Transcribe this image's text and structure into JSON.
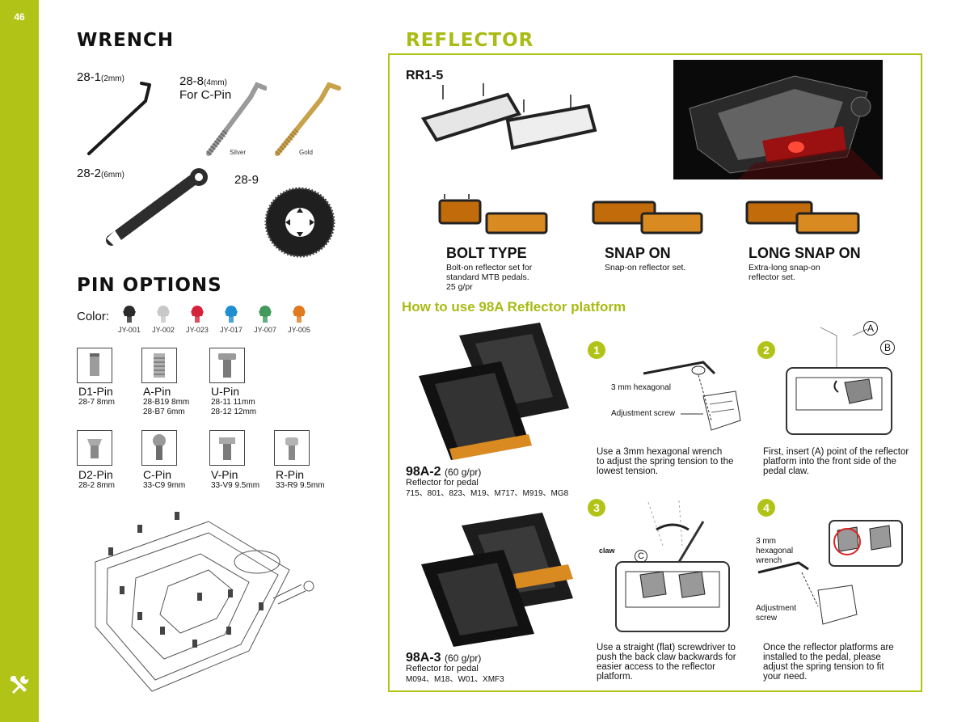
{
  "page": {
    "number": "46"
  },
  "wrench": {
    "title": "WRENCH",
    "items": [
      {
        "code": "28-1",
        "size": "(2mm)"
      },
      {
        "code": "28-8",
        "size": "(4mm)",
        "extra": "For C-Pin",
        "variants": [
          "Silver",
          "Gold"
        ]
      },
      {
        "code": "28-2",
        "size": "(6mm)"
      },
      {
        "code": "28-9",
        "size": ""
      }
    ]
  },
  "pins": {
    "title": "PIN OPTIONS",
    "color_label": "Color:",
    "colors": [
      {
        "code": "JY-001",
        "hex": "#2b2b2b"
      },
      {
        "code": "JY-002",
        "hex": "#c8c8c8"
      },
      {
        "code": "JY-023",
        "hex": "#d6213a"
      },
      {
        "code": "JY-017",
        "hex": "#1f8fd1"
      },
      {
        "code": "JY-007",
        "hex": "#3f9a5c"
      },
      {
        "code": "JY-005",
        "hex": "#e07a1f"
      }
    ],
    "types": [
      {
        "name": "D1-Pin",
        "specs": [
          "28-7 8mm"
        ]
      },
      {
        "name": "A-Pin",
        "specs": [
          "28-B19 8mm",
          "28-B7 6mm"
        ]
      },
      {
        "name": "U-Pin",
        "specs": [
          "28-11 11mm",
          "28-12 12mm"
        ]
      },
      {
        "name": "D2-Pin",
        "specs": [
          "28-2 8mm"
        ]
      },
      {
        "name": "C-Pin",
        "specs": [
          "33-C9 9mm"
        ]
      },
      {
        "name": "V-Pin",
        "specs": [
          "33-V9 9.5mm"
        ]
      },
      {
        "name": "R-Pin",
        "specs": [
          "33-R9 9.5mm"
        ]
      }
    ]
  },
  "reflector": {
    "title": "REFLECTOR",
    "model": "RR1-5",
    "types": [
      {
        "title": "BOLT TYPE",
        "desc": [
          "Bolt-on reflector set for",
          "standard MTB pedals.",
          "25 g/pr"
        ]
      },
      {
        "title": "SNAP ON",
        "desc": [
          "Snap-on reflector set."
        ]
      },
      {
        "title": "LONG SNAP ON",
        "desc": [
          "Extra-long snap-on",
          "reflector set."
        ]
      }
    ],
    "howto_title": "How to use 98A Reflector platform",
    "products": [
      {
        "name": "98A-2",
        "weight": "(60 g/pr)",
        "sub": "Reflector for pedal",
        "models": "715、801、823、M19、M717、M919、MG8"
      },
      {
        "name": "98A-3",
        "weight": "(60 g/pr)",
        "sub": "Reflector for pedal",
        "models": "M094、M18、W01、XMF3"
      }
    ],
    "steps": [
      {
        "num": "1",
        "text": [
          "Use a 3mm hexagonal wrench",
          "to adjust the spring tension to the",
          "lowest tension."
        ],
        "callouts": [
          "3 mm hexagonal",
          "Adjustment screw"
        ]
      },
      {
        "num": "2",
        "text": [
          "First, insert (A) point of the reflector",
          "platform into the front side of the",
          "pedal claw."
        ],
        "callouts": [
          "A",
          "B"
        ]
      },
      {
        "num": "3",
        "text": [
          "Use a straight (flat) screwdriver to",
          "push the back claw backwards for",
          "easier access to the reflector",
          "platform."
        ],
        "callouts": [
          "claw",
          "C"
        ]
      },
      {
        "num": "4",
        "text": [
          "Once the reflector platforms are",
          "installed to the pedal, please",
          "adjust the spring tension to fit",
          "your need."
        ],
        "callouts": [
          "3 mm",
          "hexagonal",
          "wrench",
          "Adjustment",
          "screw"
        ]
      }
    ]
  }
}
